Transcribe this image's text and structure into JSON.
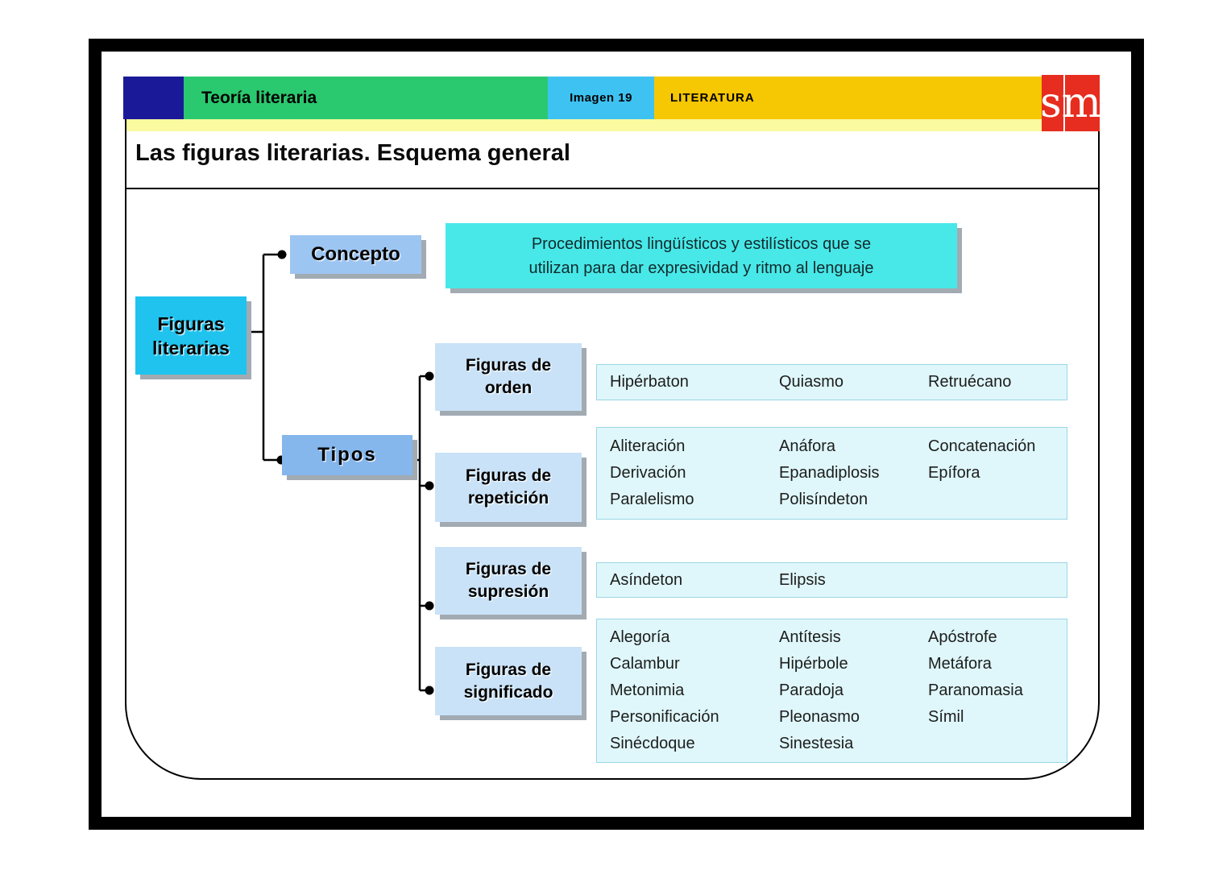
{
  "colors": {
    "brand_navy": "#1a1a99",
    "section_green": "#2bc96f",
    "image_blue": "#3ec2f2",
    "subject_gold": "#f6c703",
    "strip_yellow": "#fafaa0",
    "logo_red": "#e62d1f",
    "root_cyan": "#1fc3ee",
    "node_blue": "#9dc5f2",
    "tipos_blue": "#85b6ec",
    "leaf_blue": "#c9e2f7",
    "definition_cyan": "#48e8e8",
    "list_bg": "#dff7fa",
    "list_border": "#9ad6e6"
  },
  "header": {
    "section_label": "Teoría literaria",
    "image_label": "Imagen 19",
    "subject_label": "LITERATURA",
    "logo_text": "sm"
  },
  "title": "Las figuras literarias. Esquema general",
  "diagram": {
    "root_label": "Figuras literarias",
    "concepto": {
      "label": "Concepto",
      "definition_lines": [
        "Procedimientos lingüísticos y estilísticos que se",
        "utilizan para dar expresividad y ritmo al lenguaje"
      ]
    },
    "tipos": {
      "label": "Tipos",
      "children": [
        {
          "label": "Figuras de orden",
          "items": [
            "Hipérbaton",
            "Quiasmo",
            "Retruécano"
          ]
        },
        {
          "label": "Figuras de repetición",
          "items": [
            "Aliteración",
            "Anáfora",
            "Concatenación",
            "Derivación",
            "Epanadiplosis",
            "Epífora",
            "Paralelismo",
            "Polisíndeton"
          ]
        },
        {
          "label": "Figuras de supresión",
          "items": [
            "Asíndeton",
            "Elipsis"
          ]
        },
        {
          "label": "Figuras de significado",
          "items": [
            "Alegoría",
            "Antítesis",
            "Apóstrofe",
            "Calambur",
            "Hipérbole",
            "Metáfora",
            "Metonimia",
            "Paradoja",
            "Paranomasia",
            "Personificación",
            "Pleonasmo",
            "Símil",
            "Sinécdoque",
            "Sinestesia"
          ]
        }
      ]
    }
  }
}
